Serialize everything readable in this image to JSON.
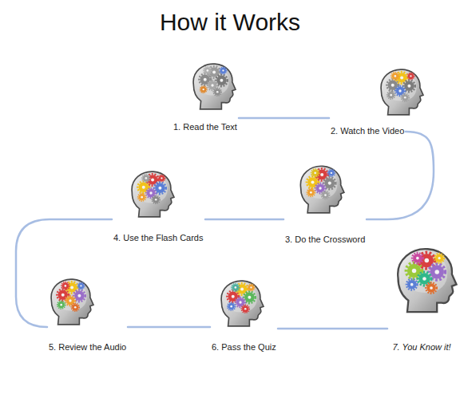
{
  "diagram": {
    "title": "How it Works",
    "nodes": [
      {
        "text": [
          "1. Read the Text"
        ]
      },
      {
        "text": [
          "2. Watch the Video"
        ]
      },
      {
        "text": [
          "3. Do the Crossword"
        ]
      },
      {
        "text": [
          "4. Use the Flash Cards"
        ]
      },
      {
        "text": [
          "5. Review the Audio"
        ]
      },
      {
        "text": [
          "6. Pass the Quiz"
        ]
      },
      {
        "text": [
          "7. You Know it!"
        ]
      }
    ],
    "edges": [
      {
        "from": 0,
        "to": 1,
        "arrow": "none"
      },
      {
        "from": 1,
        "to": 2,
        "arrow": "none"
      },
      {
        "from": 2,
        "to": 3,
        "arrow": "none"
      },
      {
        "from": 3,
        "to": 4,
        "arrow": "none"
      },
      {
        "from": 4,
        "to": 5,
        "arrow": "none"
      },
      {
        "from": 5,
        "to": 6,
        "arrow": "none"
      }
    ]
  }
}
